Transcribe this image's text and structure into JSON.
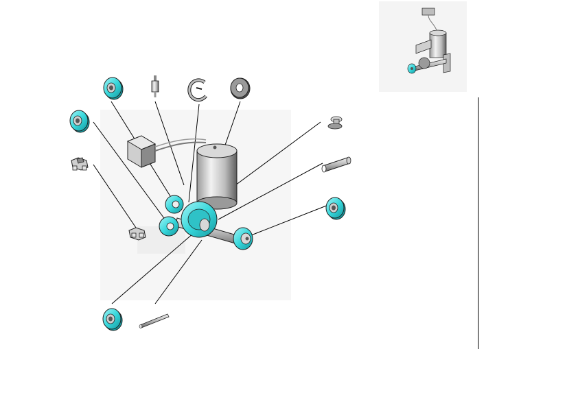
{
  "figure": {
    "kind": "exploded-assembly-diagram",
    "colors": {
      "background": "#ffffff",
      "accent": "#38d8dc",
      "accent_dark": "#1aa5ab",
      "accent_light": "#9ff0f2",
      "metal_light": "#e8e8e8",
      "metal_mid": "#bdbdbd",
      "metal_dark": "#6f6f6f",
      "outline": "#1f1f1f",
      "leader": "#000000",
      "ghost": "#f3f3f3"
    }
  },
  "parts": [
    {
      "name": "cyan-bearing-top-left",
      "icon": "bearing-icon"
    },
    {
      "name": "terminal-pin",
      "icon": "pin-terminal-icon"
    },
    {
      "name": "e-clip",
      "icon": "retaining-clip-icon"
    },
    {
      "name": "flat-washer",
      "icon": "washer-icon"
    },
    {
      "name": "cyan-bearing-left",
      "icon": "bearing-icon"
    },
    {
      "name": "nut-clip",
      "icon": "clip-nut-icon"
    },
    {
      "name": "screw-head",
      "icon": "screw-icon"
    },
    {
      "name": "sleeve-tube",
      "icon": "tube-icon"
    },
    {
      "name": "cyan-bearing-right",
      "icon": "bearing-icon"
    },
    {
      "name": "cyan-bearing-bottom",
      "icon": "bearing-icon"
    },
    {
      "name": "dowel-pin",
      "icon": "pin-icon"
    }
  ],
  "assembly": {
    "name": "motor-gearbox-assembly",
    "icon": "motor-icon"
  },
  "thumbnail": {
    "name": "assembled-view-thumbnail",
    "icon": "assembly-icon"
  }
}
